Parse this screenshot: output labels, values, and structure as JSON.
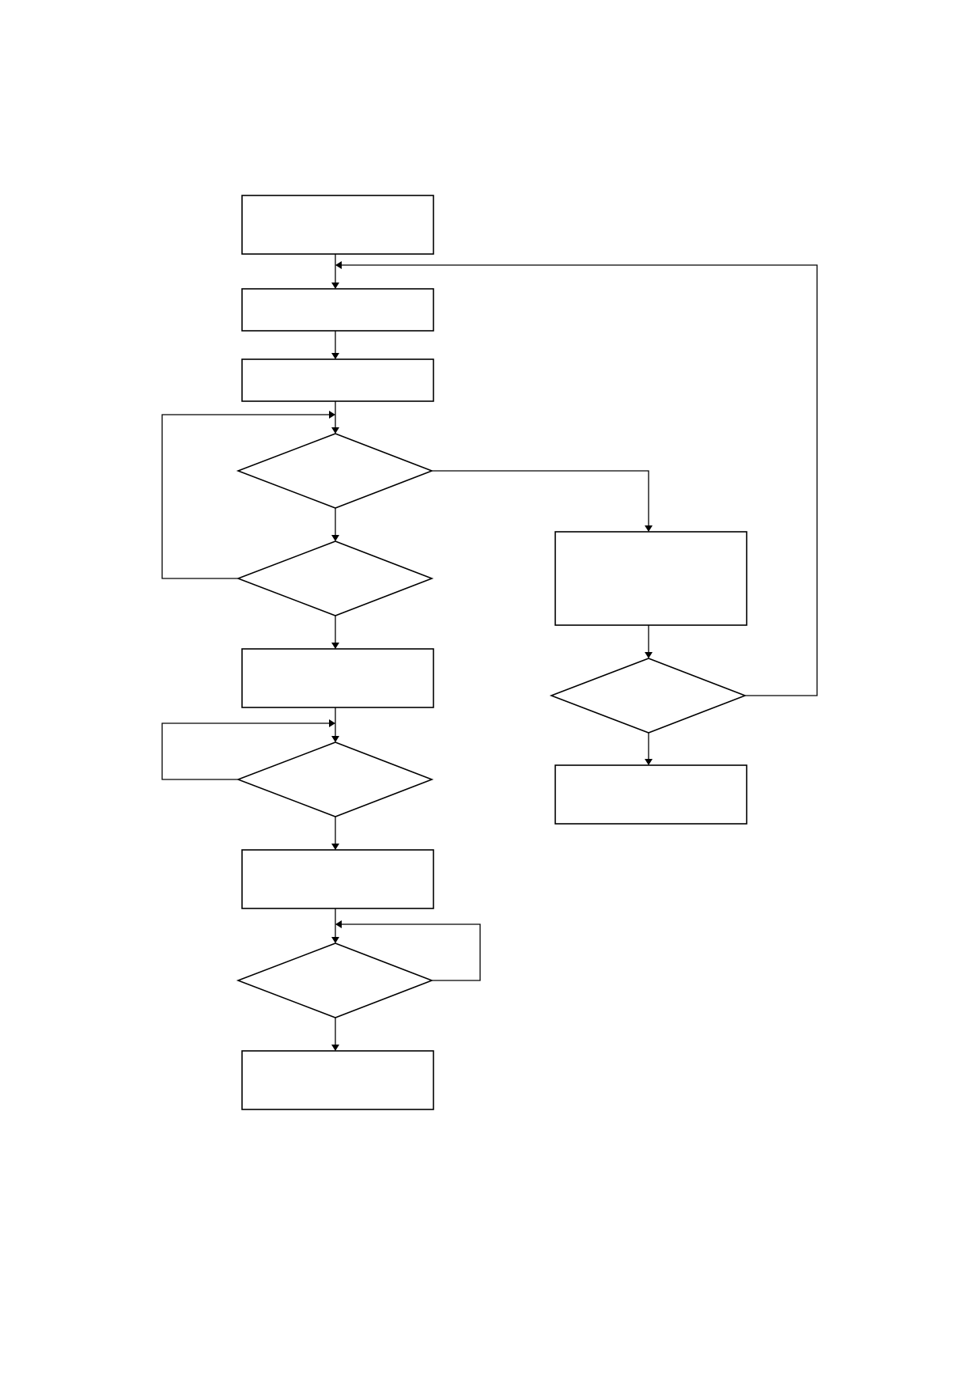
{
  "diagram": {
    "type": "flowchart",
    "colors": {
      "background": "#ffffff",
      "stroke": "#000000"
    },
    "nodes": [
      {
        "id": "n1",
        "shape": "rectangle",
        "label": ""
      },
      {
        "id": "n2",
        "shape": "rectangle",
        "label": ""
      },
      {
        "id": "n3",
        "shape": "rectangle",
        "label": ""
      },
      {
        "id": "d1",
        "shape": "diamond",
        "label": ""
      },
      {
        "id": "d2",
        "shape": "diamond",
        "label": ""
      },
      {
        "id": "n4",
        "shape": "rectangle",
        "label": ""
      },
      {
        "id": "d3",
        "shape": "diamond",
        "label": ""
      },
      {
        "id": "n5",
        "shape": "rectangle",
        "label": ""
      },
      {
        "id": "d4",
        "shape": "diamond",
        "label": ""
      },
      {
        "id": "n6",
        "shape": "rectangle",
        "label": ""
      },
      {
        "id": "r1",
        "shape": "rectangle",
        "label": ""
      },
      {
        "id": "d5",
        "shape": "diamond",
        "label": ""
      },
      {
        "id": "r2",
        "shape": "rectangle",
        "label": ""
      }
    ],
    "edges": [
      {
        "from": "n1",
        "to": "n2"
      },
      {
        "from": "n2",
        "to": "n3"
      },
      {
        "from": "n3",
        "to": "d1"
      },
      {
        "from": "d1",
        "to": "d2"
      },
      {
        "from": "d1",
        "to": "r1"
      },
      {
        "from": "d2",
        "to": "d1",
        "kind": "loop-back"
      },
      {
        "from": "d2",
        "to": "n4"
      },
      {
        "from": "n4",
        "to": "d3"
      },
      {
        "from": "d3",
        "to": "d3",
        "kind": "self-loop"
      },
      {
        "from": "d3",
        "to": "n5"
      },
      {
        "from": "n5",
        "to": "d4"
      },
      {
        "from": "d4",
        "to": "d4",
        "kind": "self-loop"
      },
      {
        "from": "d4",
        "to": "n6"
      },
      {
        "from": "r1",
        "to": "d5"
      },
      {
        "from": "d5",
        "to": "r2"
      },
      {
        "from": "d5",
        "to": "n2",
        "kind": "loop-back"
      }
    ]
  }
}
